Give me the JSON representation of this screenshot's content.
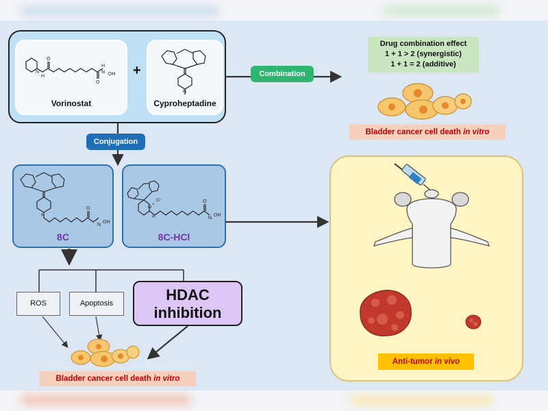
{
  "reactants": {
    "vorinostat": "Vorinostat",
    "cyproheptadine": "Cyproheptadine",
    "plus": "+",
    "atoms": {
      "n": "N",
      "o": "O",
      "h": "H",
      "oh": "OH",
      "nh": "N–",
      "ncl": "N",
      "cl": "Cl⁻",
      "nplus": "+",
      "hcl_h": "H"
    }
  },
  "combination_label": "Combination",
  "conjugation_label": "Conjugation",
  "combination_effect": {
    "title": "Drug combination effect",
    "line1": "1 + 1 > 2 (synergistic)",
    "line2": "1 + 1 = 2 (additive)"
  },
  "outcome_top": {
    "text": "Bladder cancer cell death ",
    "emph": "in vitro"
  },
  "compounds": {
    "c8": "8C",
    "c8hcl": "8C-HCl"
  },
  "mechanisms": {
    "ros": "ROS",
    "apoptosis": "Apoptosis",
    "hdac_line1": "HDAC",
    "hdac_line2": "inhibition"
  },
  "outcome_bottom": {
    "text": "Bladder cancer cell death ",
    "emph": "in vitro"
  },
  "in_vivo": {
    "text": "Anti-tumor ",
    "emph": "in vivo"
  },
  "colors": {
    "reactant_bg": "#bfe1f6",
    "combination_pill": "#2fb66e",
    "conjugation_pill": "#1f6fb8",
    "compound_bg": "#a9c8e6",
    "compound_text": "#6a3aa0",
    "hdac_bg": "#dcc6f5",
    "effect_bg": "#c8e6c0",
    "outcome_bg": "#f7d0bd",
    "outcome_text": "#c00000",
    "invivo_bg": "#fff4c4",
    "invivo_label": "#ffc000"
  }
}
